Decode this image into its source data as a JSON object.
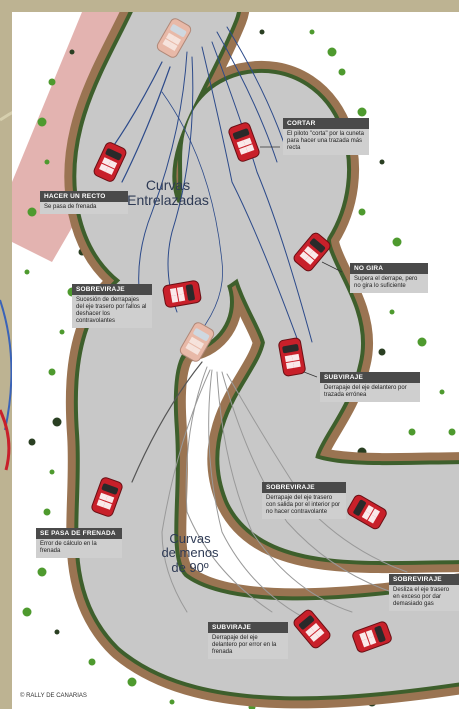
{
  "regions": {
    "top": "Curvas\nEntrelazadas",
    "bottom": "Curvas\nde menos\nde 90º"
  },
  "callouts": {
    "cortar": {
      "title": "CORTAR",
      "body": "El piloto \"corta\" por la cuneta para hacer una trazada más recta"
    },
    "hacer_un_recto": {
      "title": "HACER UN RECTO",
      "body": "Se pasa de frenada"
    },
    "no_gira": {
      "title": "NO GIRA",
      "body": "Supera el derrape, pero no gira lo suficiente"
    },
    "sobreviraje_1": {
      "title": "SOBREVIRAJE",
      "body": "Sucesión de derrapajes del eje trasero por fallos al deshacer los contravolantes"
    },
    "subviraje_1": {
      "title": "SUBVIRAJE",
      "body": "Derrapaje del eje delantero por trazada errónea"
    },
    "sobreviraje_2": {
      "title": "SOBREVIRAJE",
      "body": "Derrapaje del eje trasero con salida por el interior por no hacer contravolante"
    },
    "se_pasa_de_frenada": {
      "title": "SE PASA DE FRENADA",
      "body": "Error de cálculo en la frenada"
    },
    "sobreviraje_3": {
      "title": "SOBREVIRAJE",
      "body": "Desliza el eje trasero en exceso por dar demasiado gas"
    },
    "subviraje_2": {
      "title": "SUBVIRAJE",
      "body": "Derrapaje del eje delantero por error en la frenada"
    }
  },
  "credit": "© RALLY DE CANARIAS",
  "colors": {
    "asphalt": "#c8c8c8",
    "verge_dark": "#3e5f2c",
    "gravel": "#9a7452",
    "car_red": "#c8202a",
    "callout_title_bg": "#4a4a4a",
    "callout_body_bg": "#cfcfcf",
    "region_text": "#2f3b55",
    "hedge_green": "#4e9a2e"
  }
}
